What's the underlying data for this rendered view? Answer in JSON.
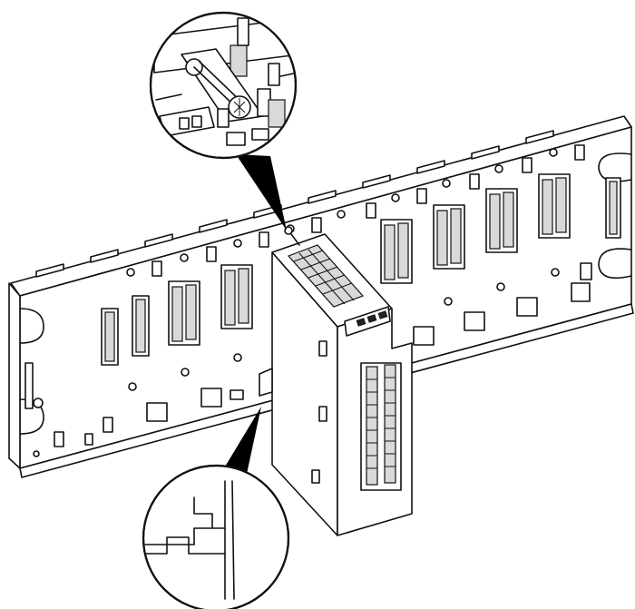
{
  "module_label": "",
  "colors": {
    "line": "#111111",
    "fill": "#ffffff",
    "shade": "#d9d9d9"
  },
  "icons": [
    "rack-backplane",
    "io-module",
    "screw-detail-zoom",
    "hook-detail-zoom"
  ]
}
